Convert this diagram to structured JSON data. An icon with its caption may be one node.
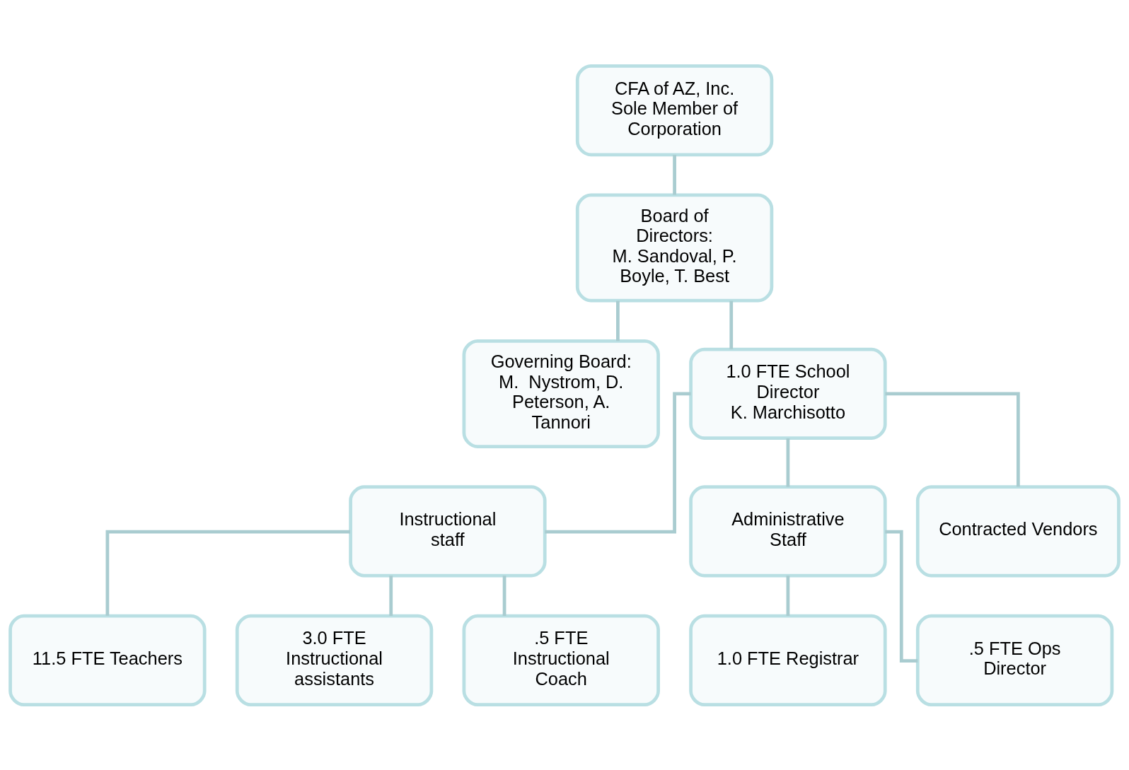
{
  "diagram": {
    "nodes": [
      {
        "text": [
          "CFA of AZ, Inc. Sole Member of Corporation"
        ]
      },
      {
        "text": [
          "Board of Directors:",
          "M. Sandoval, P. Boyle, T. Best"
        ]
      },
      {
        "text": [
          "Governing Board:",
          "M.  Nystrom, D. Peterson, A. Tannori"
        ]
      },
      {
        "text": [
          "1.0 FTE School Director",
          "K. Marchisotto"
        ]
      },
      {
        "text": [
          "Instructional staff"
        ]
      },
      {
        "text": [
          "Administrative Staff"
        ]
      },
      {
        "text": [
          "Contracted Vendors"
        ]
      },
      {
        "text": [
          "11.5 FTE Teachers"
        ]
      },
      {
        "text": [
          "3.0 FTE Instructional assistants"
        ]
      },
      {
        "text": [
          ".5 FTE Instructional Coach"
        ]
      },
      {
        "text": [
          "1.0 FTE Registrar"
        ]
      },
      {
        "text": [
          ".5 FTE Ops Director"
        ]
      }
    ],
    "edges": [
      {
        "from": 0,
        "to": 1,
        "arrow": "none"
      },
      {
        "from": 1,
        "to": 2,
        "arrow": "none"
      },
      {
        "from": 1,
        "to": 3,
        "arrow": "none"
      },
      {
        "from": 3,
        "to": 4,
        "arrow": "none"
      },
      {
        "from": 3,
        "to": 5,
        "arrow": "none"
      },
      {
        "from": 3,
        "to": 6,
        "arrow": "none"
      },
      {
        "from": 4,
        "to": 7,
        "arrow": "none"
      },
      {
        "from": 4,
        "to": 8,
        "arrow": "none"
      },
      {
        "from": 4,
        "to": 9,
        "arrow": "none"
      },
      {
        "from": 5,
        "to": 10,
        "arrow": "none"
      },
      {
        "from": 5,
        "to": 11,
        "arrow": "none"
      }
    ]
  }
}
